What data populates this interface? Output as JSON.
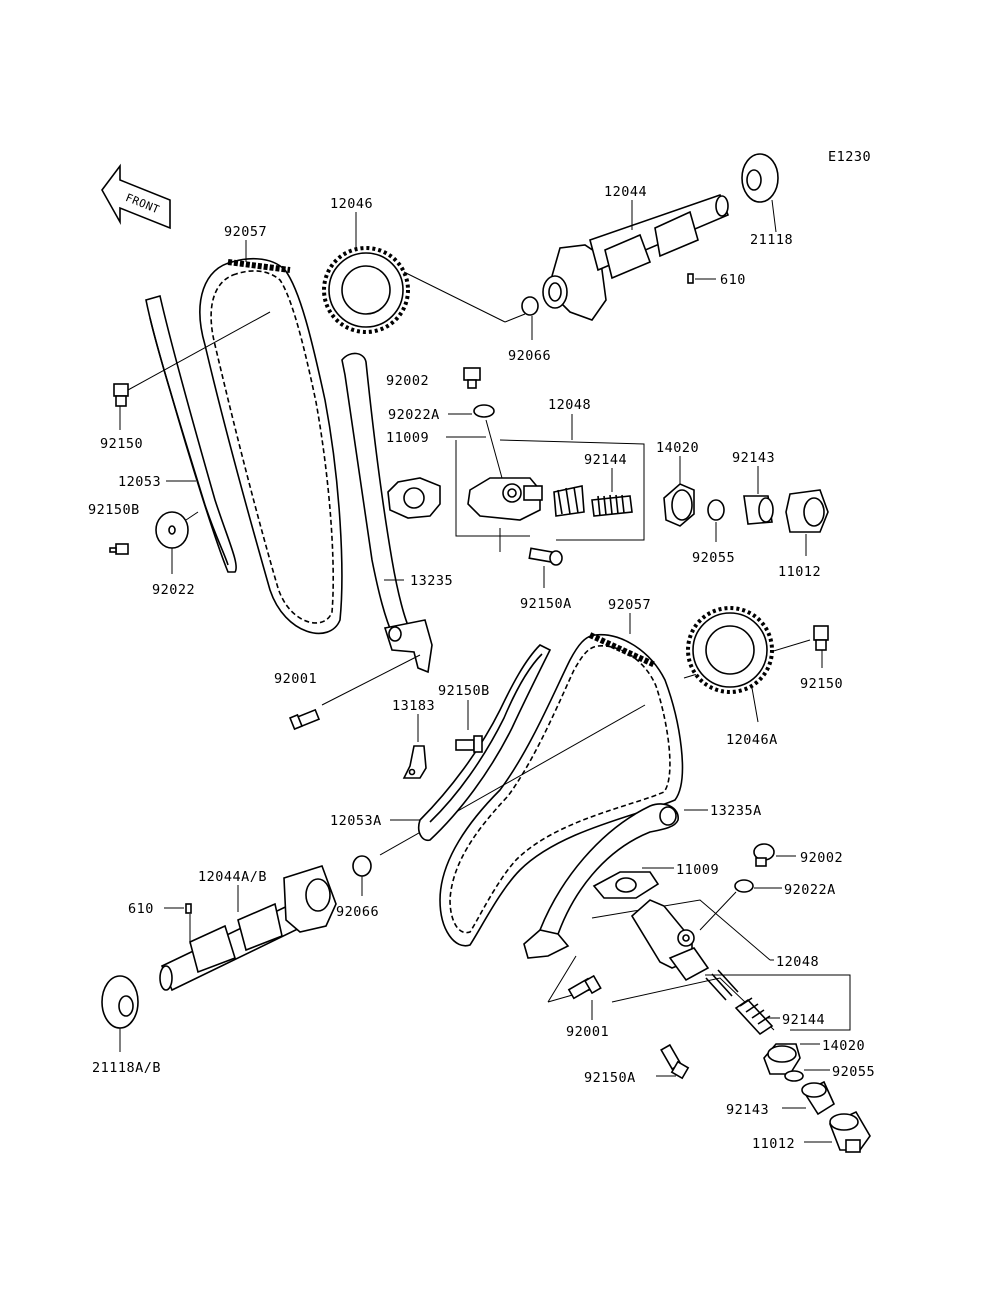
{
  "diagram_code": "E1230",
  "front_label": "FRONT",
  "labels": {
    "l12044": "12044",
    "l21118": "21118",
    "l610_top": "610",
    "l12046": "12046",
    "l92057_top": "92057",
    "l92066_top": "92066",
    "l92002_top": "92002",
    "l92022A_top": "92022A",
    "l12048_top": "12048",
    "l11009_top": "11009",
    "l92144_top": "92144",
    "l14020_top": "14020",
    "l92143_top": "92143",
    "l92055_top": "92055",
    "l11012_top": "11012",
    "l92150_left": "92150",
    "l12053": "12053",
    "l92150B_left": "92150B",
    "l92022": "92022",
    "l13235": "13235",
    "l92150A_top": "92150A",
    "l92057_bot": "92057",
    "l92150_right": "92150",
    "l12046A": "12046A",
    "l92001_top": "92001",
    "l92150B_mid": "92150B",
    "l13183": "13183",
    "l12053A": "12053A",
    "l13235A": "13235A",
    "l12044AB": "12044A/B",
    "l610_bot": "610",
    "l92066_bot": "92066",
    "l11009_bot": "11009",
    "l92002_bot": "92002",
    "l92022A_bot": "92022A",
    "l12048_bot": "12048",
    "l92001_bot": "92001",
    "l92144_bot": "92144",
    "l14020_bot": "14020",
    "l92150A_bot": "92150A",
    "l92055_bot": "92055",
    "l92143_bot": "92143",
    "l11012_bot": "11012",
    "l21118AB": "21118A/B"
  }
}
